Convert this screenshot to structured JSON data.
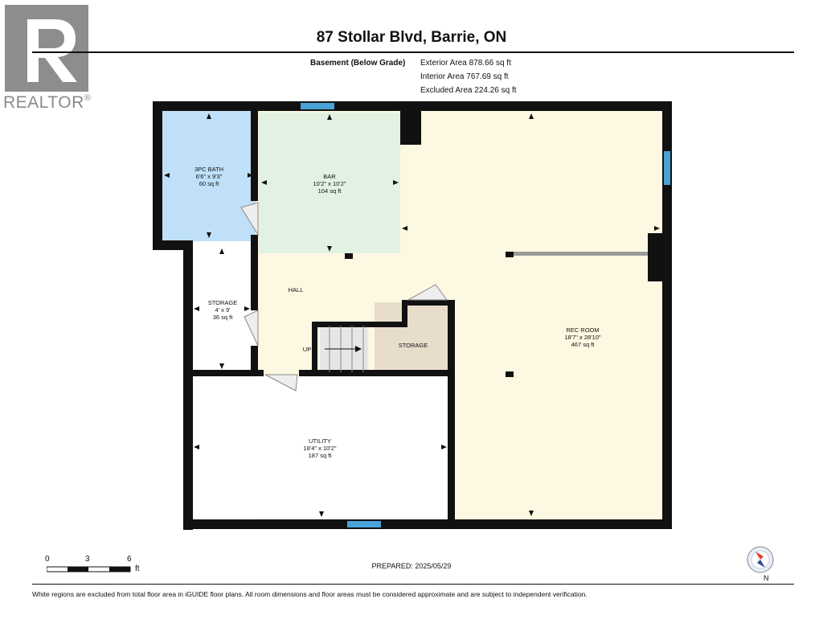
{
  "brand": {
    "logo_text": "REALTOR",
    "registered_mark": "®"
  },
  "header": {
    "title": "87 Stollar Blvd, Barrie, ON"
  },
  "level": {
    "name": "Basement (Below Grade)",
    "exterior_area": "Exterior Area 878.66 sq ft",
    "interior_area": "Interior Area 767.69 sq ft",
    "excluded_area": "Excluded Area 224.26 sq ft"
  },
  "rooms": {
    "bath": {
      "name": "3PC BATH",
      "dims": "6'6\" x 9'3\"",
      "area": "60 sq ft"
    },
    "bar": {
      "name": "BAR",
      "dims": "10'2\" x 10'2\"",
      "area": "104 sq ft"
    },
    "storage1": {
      "name": "STORAGE",
      "dims": "4' x 9'",
      "area": "36 sq ft"
    },
    "hall": {
      "name": "HALL"
    },
    "up": {
      "name": "UP"
    },
    "storage2": {
      "name": "STORAGE"
    },
    "rec": {
      "name": "REC ROOM",
      "dims": "18'7\" x 28'10\"",
      "area": "467 sq ft"
    },
    "utility": {
      "name": "UTILITY",
      "dims": "18'4\" x 10'2\"",
      "area": "187 sq ft"
    }
  },
  "scale_bar": {
    "labels": [
      "0",
      "3",
      "6"
    ],
    "unit": "ft"
  },
  "prepared": "PREPARED: 2025/05/29",
  "compass": {
    "north_label": "N"
  },
  "colors": {
    "bath": "#bfe0f8",
    "bar": "#e2f2e2",
    "floor": "#fdf8e2",
    "storage": "#e8dccb",
    "wall": "#111111",
    "window": "#4aa3d8"
  },
  "footer": {
    "disclaimer": "White regions are excluded from total floor area in iGUIDE floor plans. All room dimensions and floor areas must be considered approximate and are subject to independent verification."
  }
}
